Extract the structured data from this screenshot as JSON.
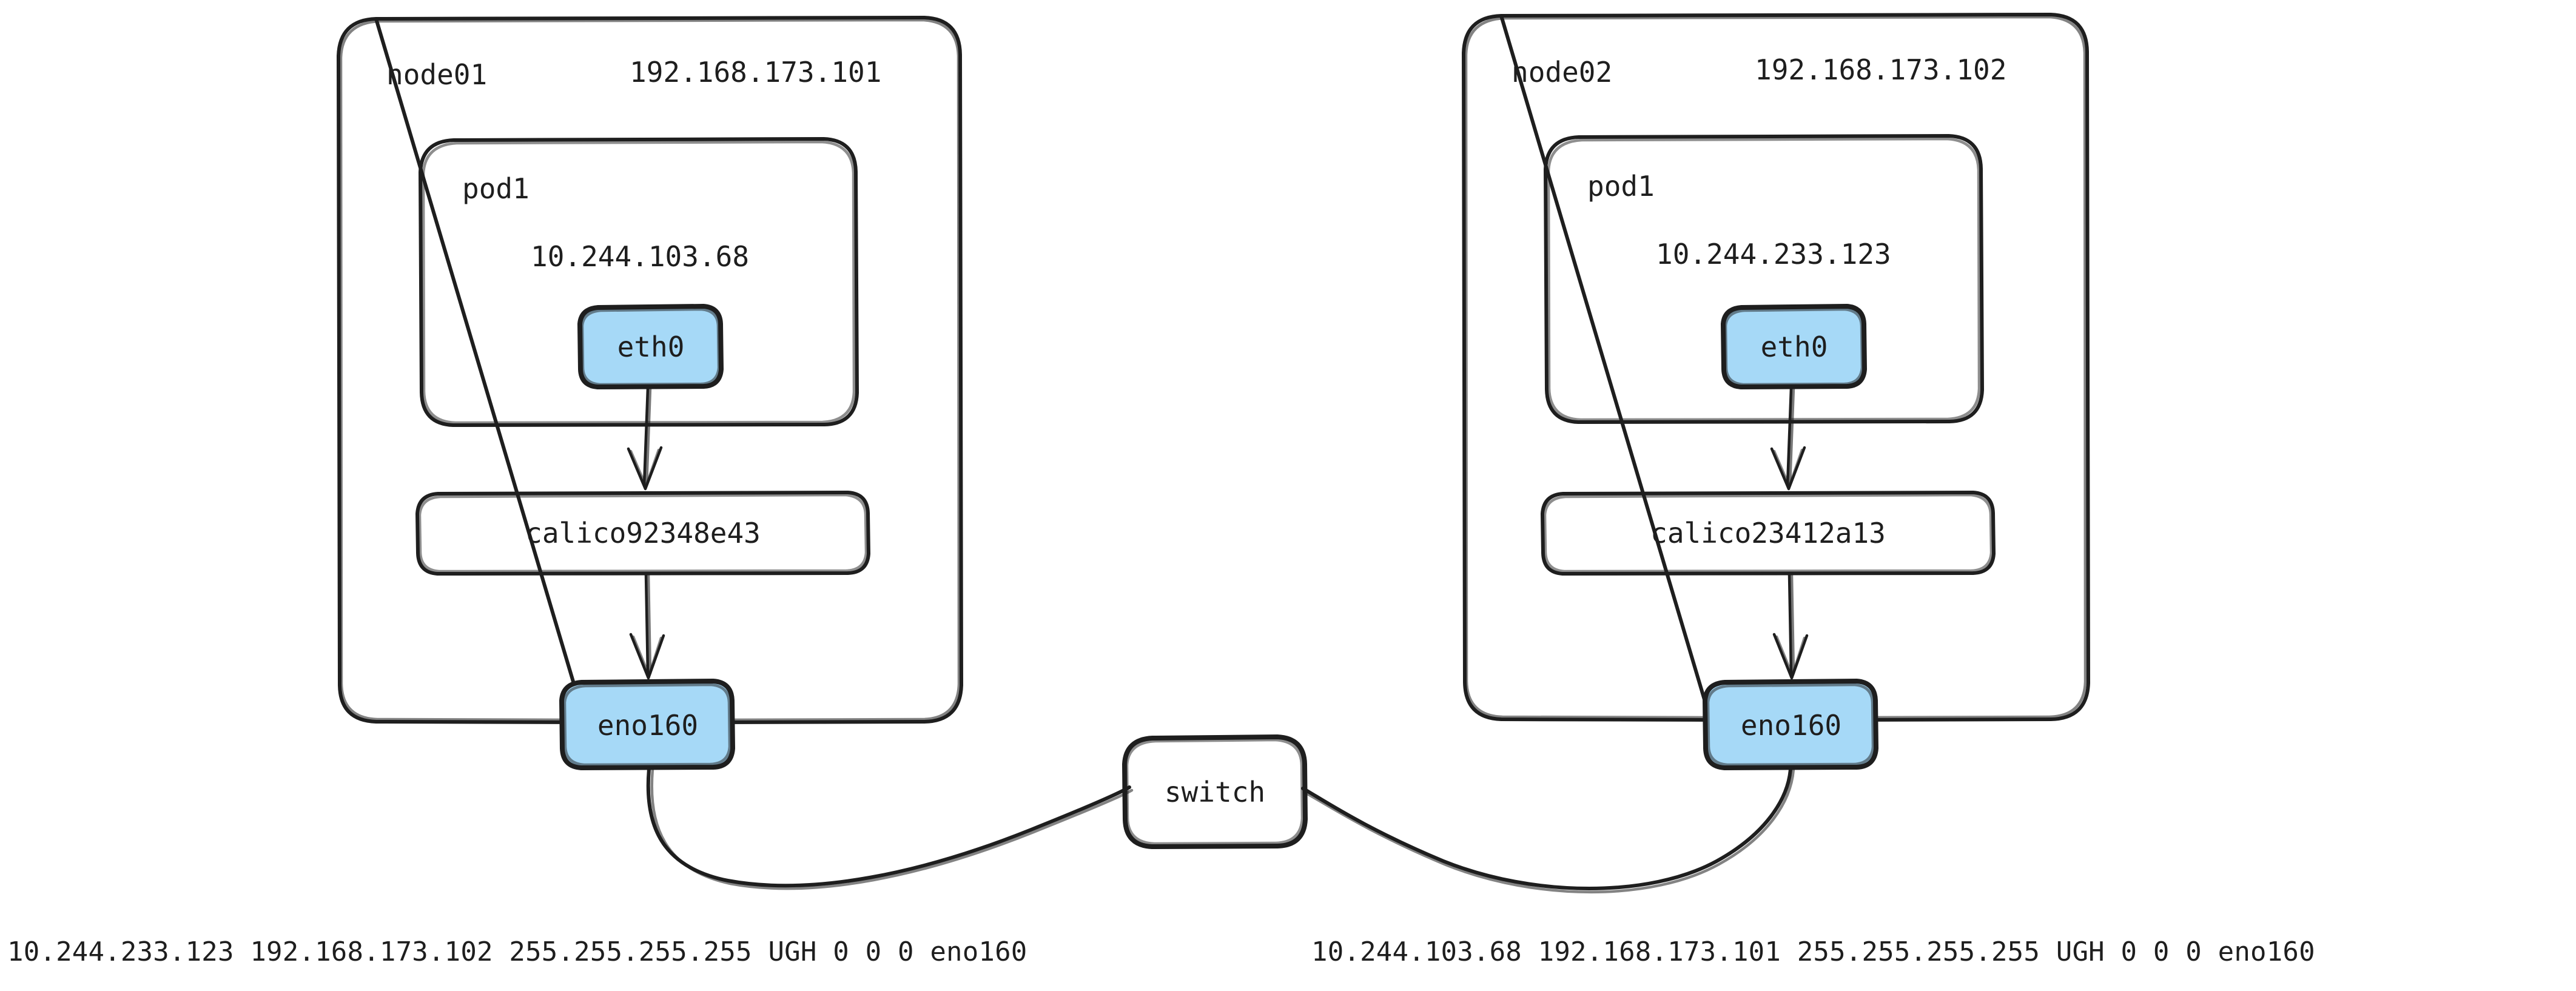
{
  "diagram": {
    "title": "kubernetes calico cross-node pod networking",
    "style": "hand-drawn",
    "background_color": "#ffffff",
    "stroke_color": "#1e1e1e",
    "accent_fill_color": "#a6d9f7"
  },
  "nodes": [
    {
      "id": "node01",
      "name": "node01",
      "ip": "192.168.173.101",
      "pod": {
        "name": "pod1",
        "ip": "10.244.103.68",
        "interface": "eth0"
      },
      "veth": "calico92348e43",
      "nic": "eno160"
    },
    {
      "id": "node02",
      "name": "node02",
      "ip": "192.168.173.102",
      "pod": {
        "name": "pod1",
        "ip": "10.244.233.123",
        "interface": "eth0"
      },
      "veth": "calico23412a13",
      "nic": "eno160"
    }
  ],
  "switch": {
    "label": "switch"
  },
  "routes": [
    {
      "id": "route-left",
      "text": "10.244.233.123 192.168.173.102 255.255.255.255 UGH 0 0 0 eno160",
      "destination": "10.244.233.123",
      "gateway": "192.168.173.102",
      "genmask": "255.255.255.255",
      "flags": "UGH",
      "metric": "0",
      "ref": "0",
      "use": "0",
      "iface": "eno160"
    },
    {
      "id": "route-right",
      "text": "10.244.103.68 192.168.173.101 255.255.255.255 UGH 0 0 0 eno160",
      "destination": "10.244.103.68",
      "gateway": "192.168.173.101",
      "genmask": "255.255.255.255",
      "flags": "UGH",
      "metric": "0",
      "ref": "0",
      "use": "0",
      "iface": "eno160"
    }
  ]
}
